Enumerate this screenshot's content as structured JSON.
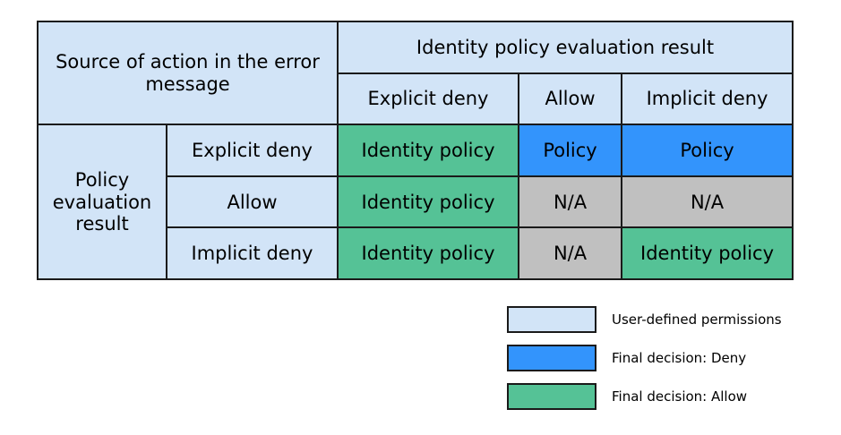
{
  "table": {
    "corner_header": "Source of action in the error message",
    "column_group_header": "Identity policy evaluation result",
    "column_headers": [
      "Explicit deny",
      "Allow",
      "Implicit deny"
    ],
    "row_group_label": "Policy evaluation result",
    "row_headers": [
      "Explicit deny",
      "Allow",
      "Implicit deny"
    ],
    "cells": [
      [
        {
          "text": "Identity policy",
          "fill": "allow"
        },
        {
          "text": "Policy",
          "fill": "deny"
        },
        {
          "text": "Policy",
          "fill": "deny"
        }
      ],
      [
        {
          "text": "Identity policy",
          "fill": "allow"
        },
        {
          "text": "N/A",
          "fill": "na"
        },
        {
          "text": "N/A",
          "fill": "na"
        }
      ],
      [
        {
          "text": "Identity policy",
          "fill": "allow"
        },
        {
          "text": "N/A",
          "fill": "na"
        },
        {
          "text": "Identity policy",
          "fill": "allow"
        }
      ]
    ]
  },
  "legend": {
    "items": [
      {
        "label": "User-defined permissions",
        "color": "#d2e4f7"
      },
      {
        "label": "Final decision: Deny",
        "color": "#3394fc"
      },
      {
        "label": "Final decision: Allow",
        "color": "#55c296"
      }
    ]
  },
  "colors": {
    "user_defined": "#d2e4f7",
    "deny": "#3394fc",
    "allow": "#55c296",
    "na": "#c0c0c0",
    "border": "#1a1a1a",
    "background": "#ffffff"
  }
}
